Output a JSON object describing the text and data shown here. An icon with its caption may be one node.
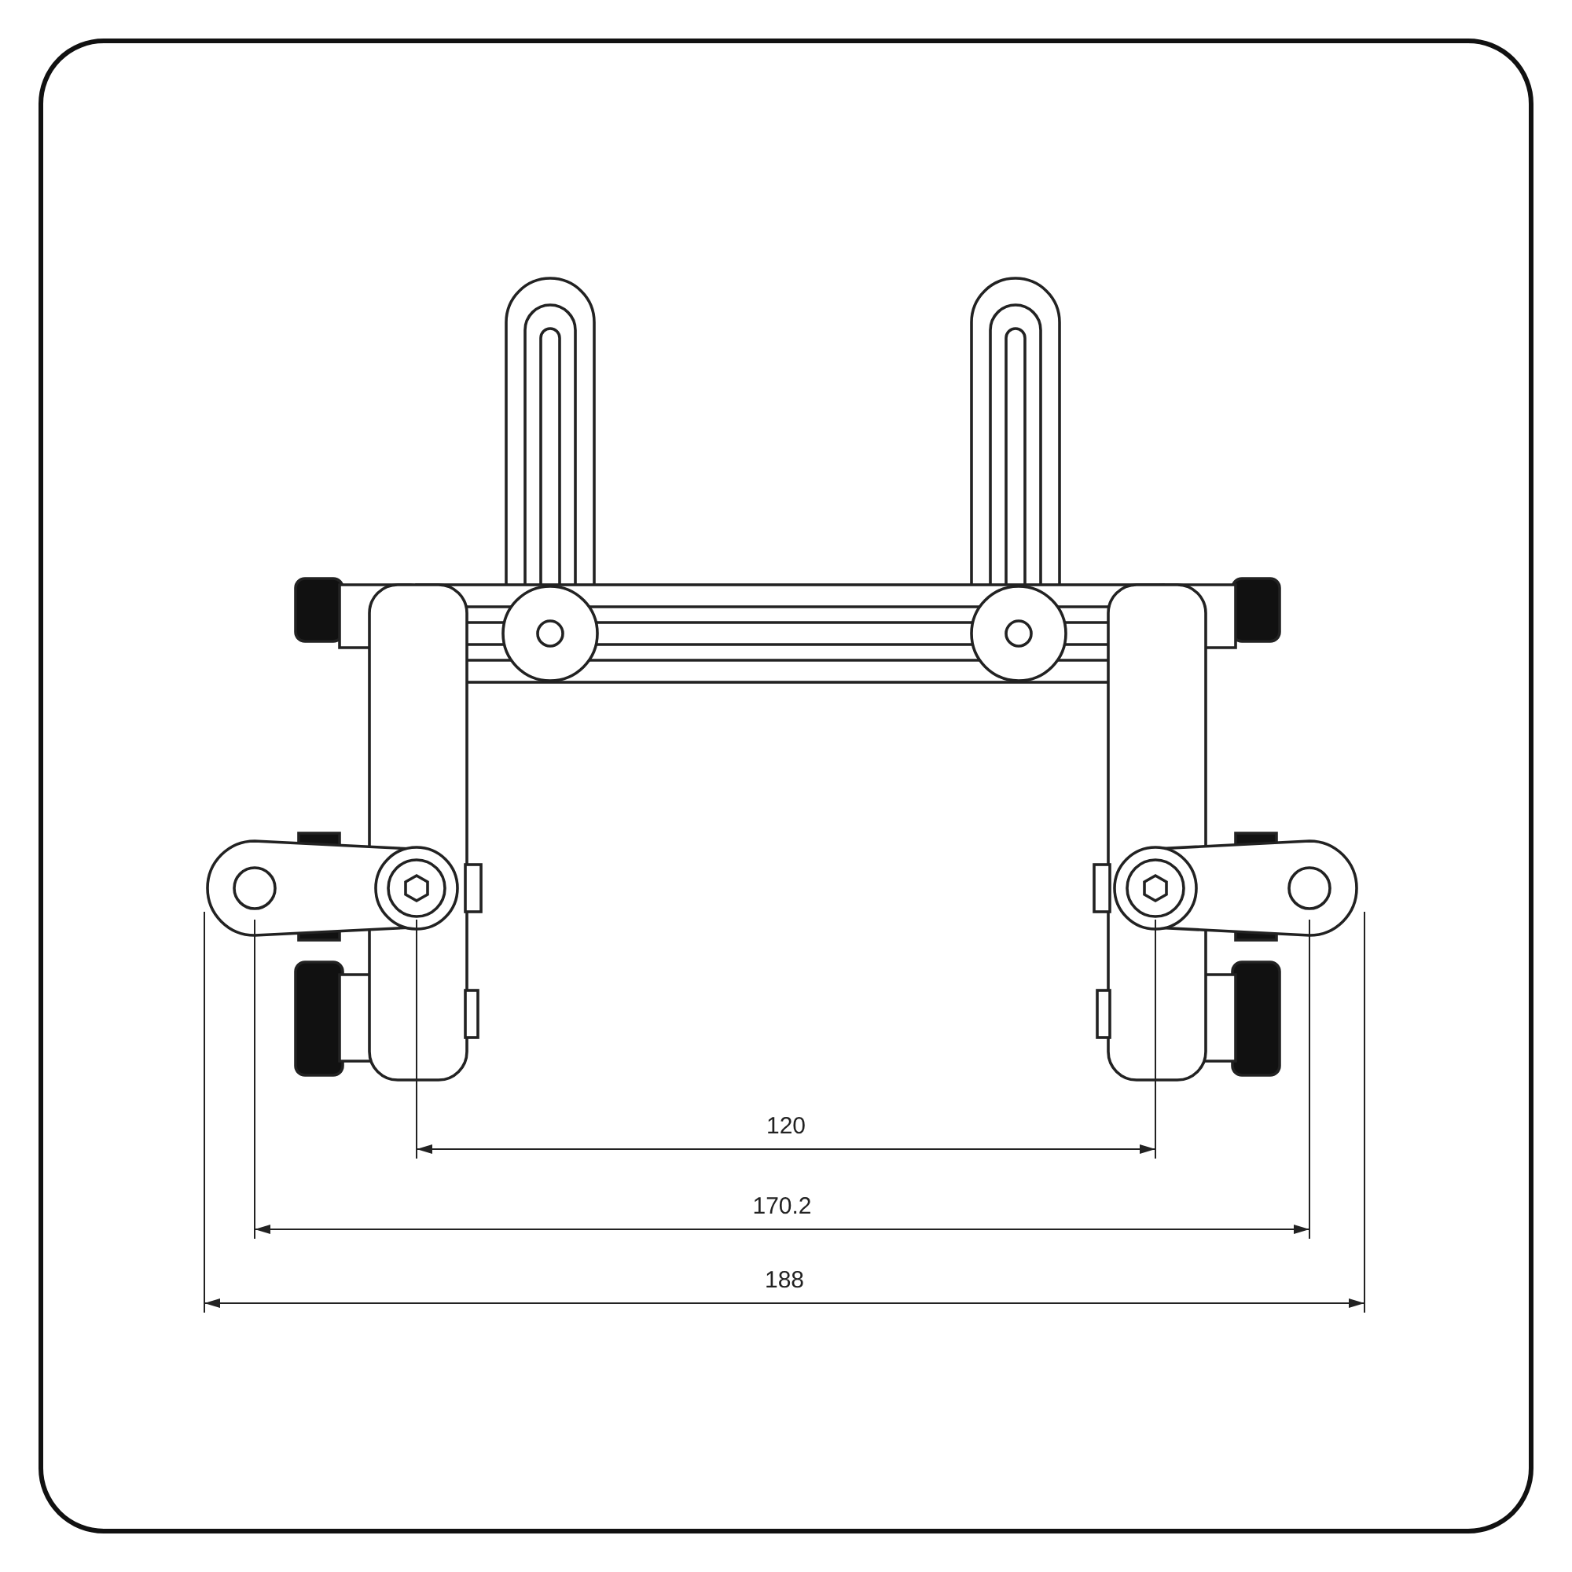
{
  "diagram": {
    "labels": [
      "120",
      "170.2",
      "188"
    ]
  }
}
